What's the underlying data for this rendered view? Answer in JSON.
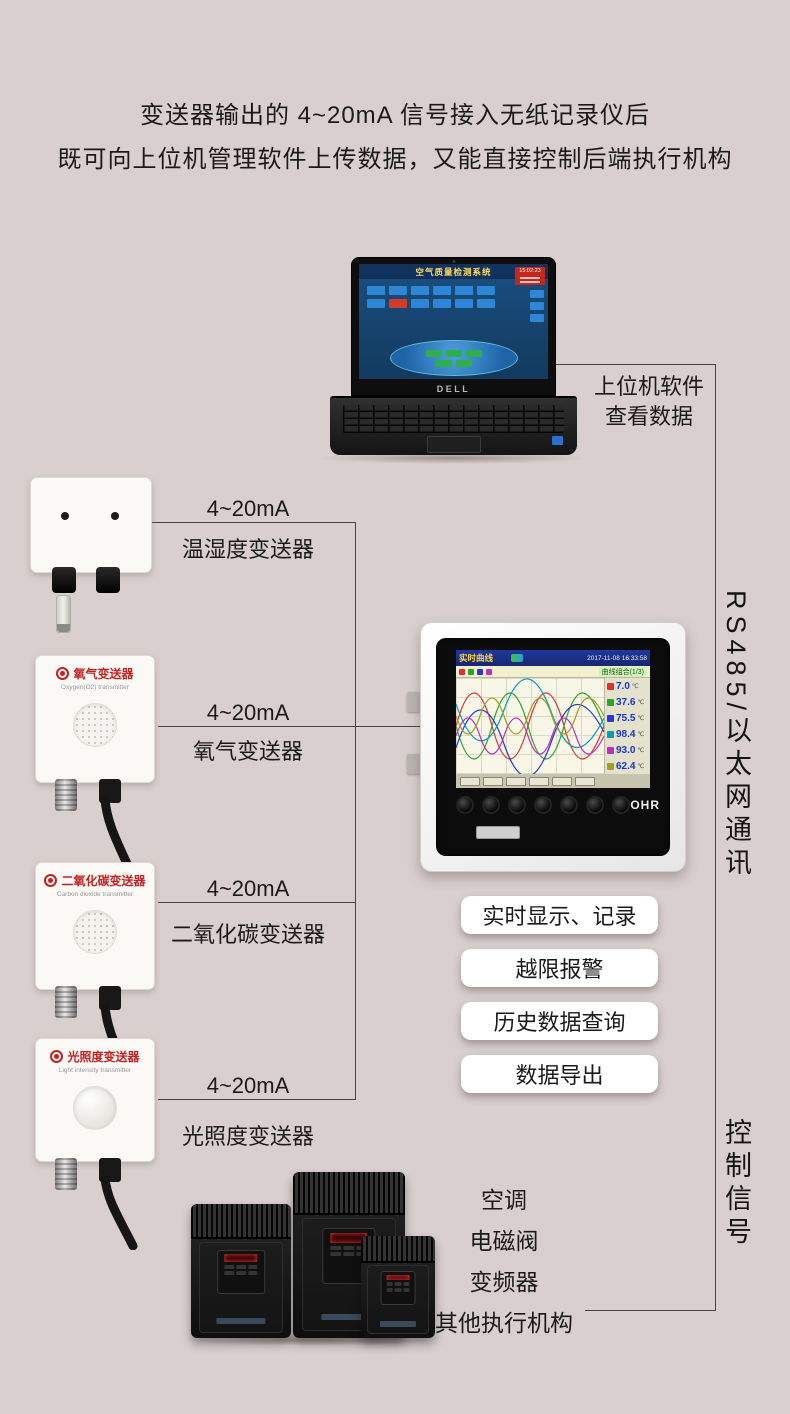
{
  "page": {
    "background": "#d9cfcf"
  },
  "header": {
    "line1": "变送器输出的 4~20mA 信号接入无纸记录仪后",
    "line2": "既可向上位机管理软件上传数据，又能直接控制后端执行机构"
  },
  "laptop": {
    "brand": "DELL",
    "screen_title": "空气质量检测系统",
    "screen_time": "15:02:23",
    "caption_line1": "上位机软件",
    "caption_line2": "查看数据"
  },
  "transmitters": [
    {
      "signal": "4~20mA",
      "caption": "温湿度变送器"
    },
    {
      "signal": "4~20mA",
      "caption": "氧气变送器",
      "title": "氧气变送器",
      "subtitle": "Oxygen(O2) transmitter"
    },
    {
      "signal": "4~20mA",
      "caption": "二氧化碳变送器",
      "title": "二氧化碳变送器",
      "subtitle": "Carbon dioxide transmitter"
    },
    {
      "signal": "4~20mA",
      "caption": "光照度变送器",
      "title": "光照度变送器",
      "subtitle": "Light intensity transmitter"
    }
  ],
  "recorder": {
    "brand": "OHR",
    "screen_title": "实时曲线",
    "datetime": "2017-11-08 16:33:58",
    "group_label": "曲线组合(1/3)",
    "channels": [
      {
        "value": "7.0",
        "unit": "℃",
        "color": "#e03030"
      },
      {
        "value": "37.6",
        "unit": "℃",
        "color": "#28a428"
      },
      {
        "value": "75.5",
        "unit": "℃",
        "color": "#2838d8"
      },
      {
        "value": "98.4",
        "unit": "℃",
        "color": "#00a0b0"
      },
      {
        "value": "93.0",
        "unit": "℃",
        "color": "#c030c0"
      },
      {
        "value": "62.4",
        "unit": "℃",
        "color": "#a0a020"
      }
    ]
  },
  "features": [
    "实时显示、记录",
    "越限报警",
    "历史数据查询",
    "数据导出"
  ],
  "connections": {
    "comm": "RS485/以太网通讯",
    "control": "控制信号"
  },
  "actuators": [
    "空调",
    "电磁阀",
    "变频器",
    "其他执行机构"
  ]
}
